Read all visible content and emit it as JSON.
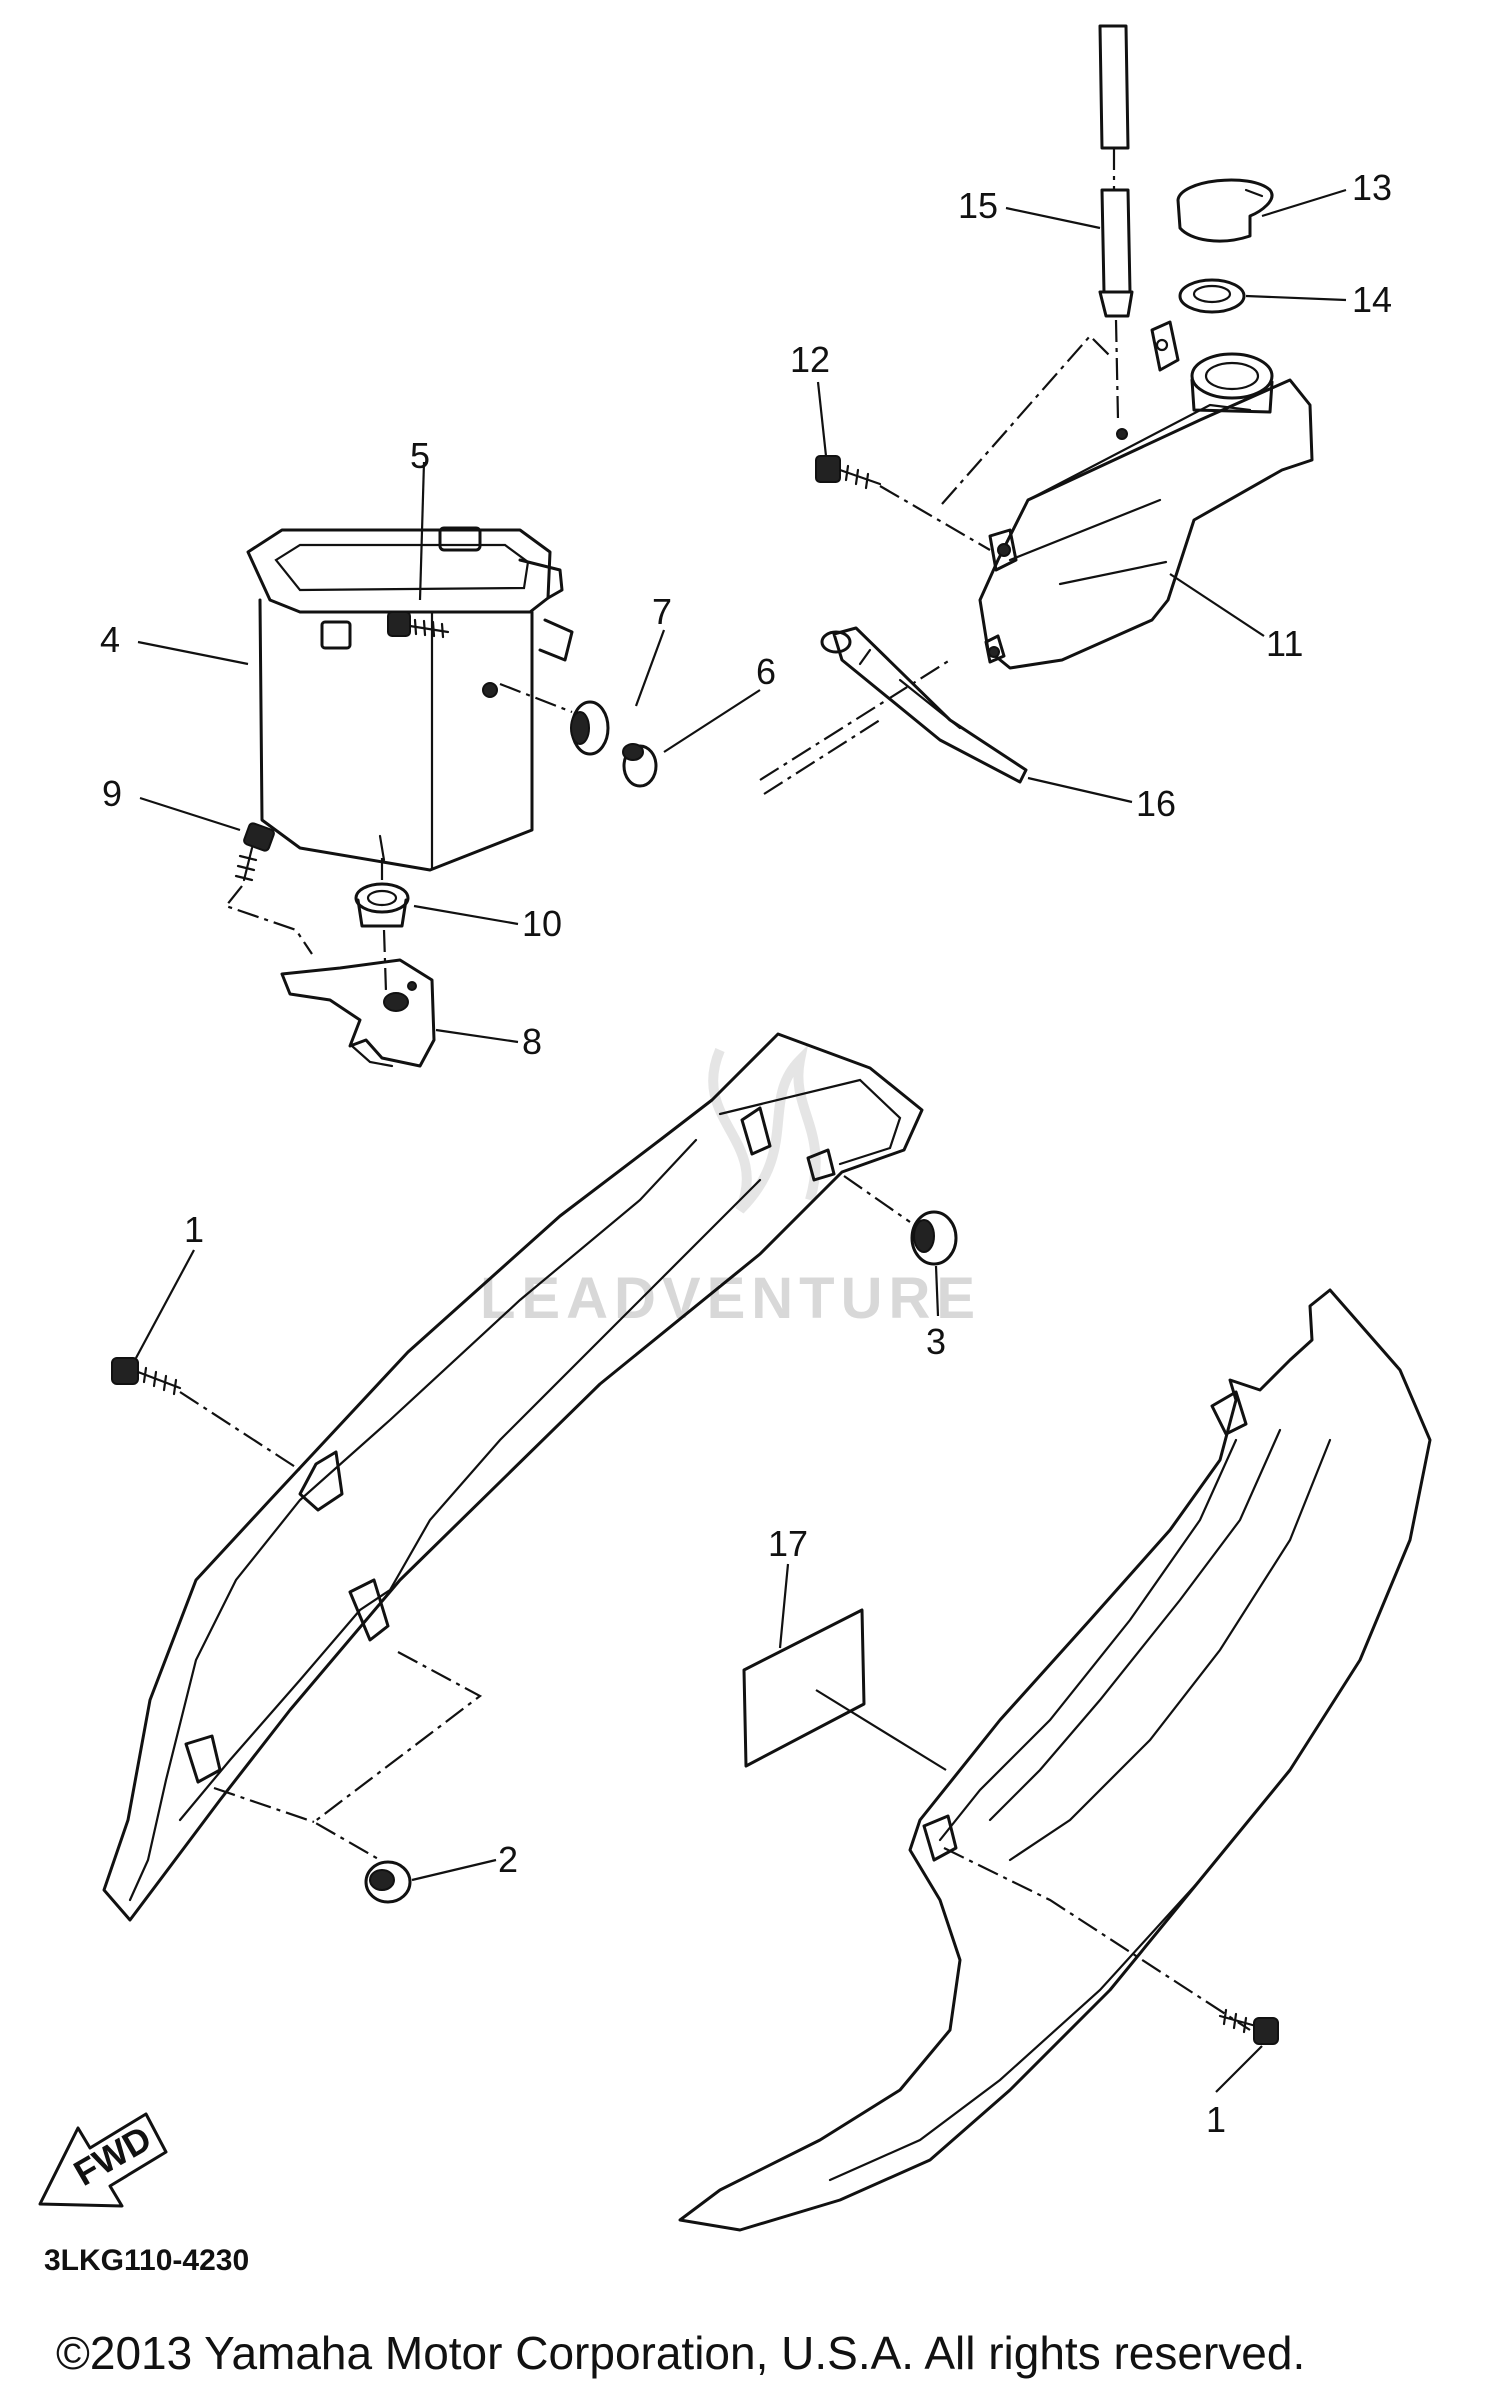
{
  "diagram": {
    "code": "3LKG110-4230",
    "copyright": "©2013 Yamaha Motor Corporation, U.S.A. All rights reserved.",
    "watermark": "LEADVENTURE",
    "fwd_label": "FWD",
    "callouts": {
      "c1a": "1",
      "c1b": "1",
      "c2": "2",
      "c3": "3",
      "c4": "4",
      "c5": "5",
      "c6": "6",
      "c7": "7",
      "c8": "8",
      "c9": "9",
      "c10": "10",
      "c11": "11",
      "c12": "12",
      "c13": "13",
      "c14": "14",
      "c15": "15",
      "c16": "16",
      "c17": "17"
    }
  }
}
